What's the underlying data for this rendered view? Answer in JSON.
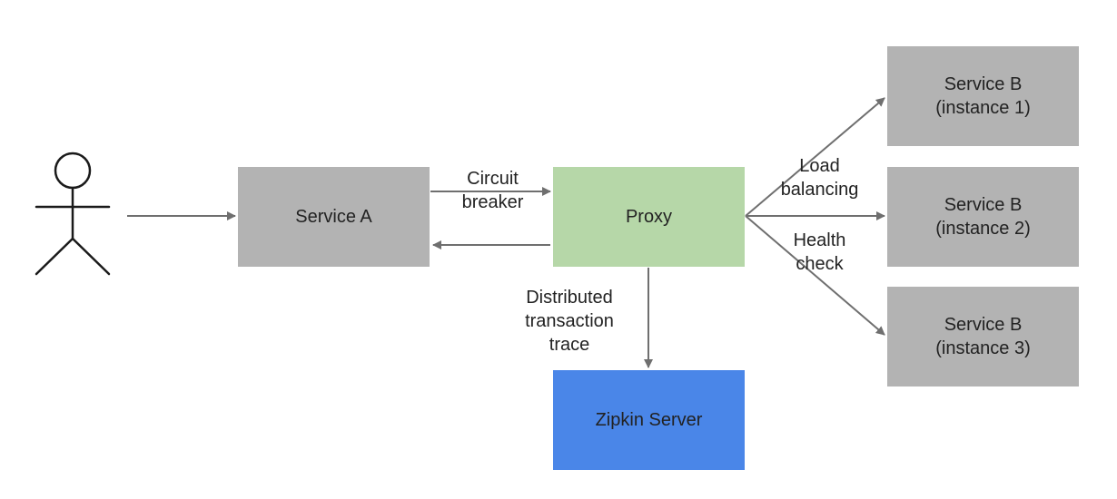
{
  "nodes": {
    "service_a": "Service A",
    "proxy": "Proxy",
    "zipkin_server": "Zipkin Server",
    "service_b_1": "Service B\n(instance 1)",
    "service_b_2": "Service B\n(instance 2)",
    "service_b_3": "Service B\n(instance 3)"
  },
  "edge_labels": {
    "circuit_breaker": "Circuit\nbreaker",
    "distributed_trace": "Distributed\ntransaction\ntrace",
    "load_balancing": "Load\nbalancing",
    "health_check": "Health\ncheck"
  },
  "colors": {
    "service_box": "#b3b3b3",
    "proxy_box": "#b6d7a8",
    "zipkin_box": "#4a86e8",
    "arrow": "#6f6f6f",
    "stick_figure": "#1a1a1a"
  },
  "icons": {
    "user": "stick-figure-icon"
  }
}
